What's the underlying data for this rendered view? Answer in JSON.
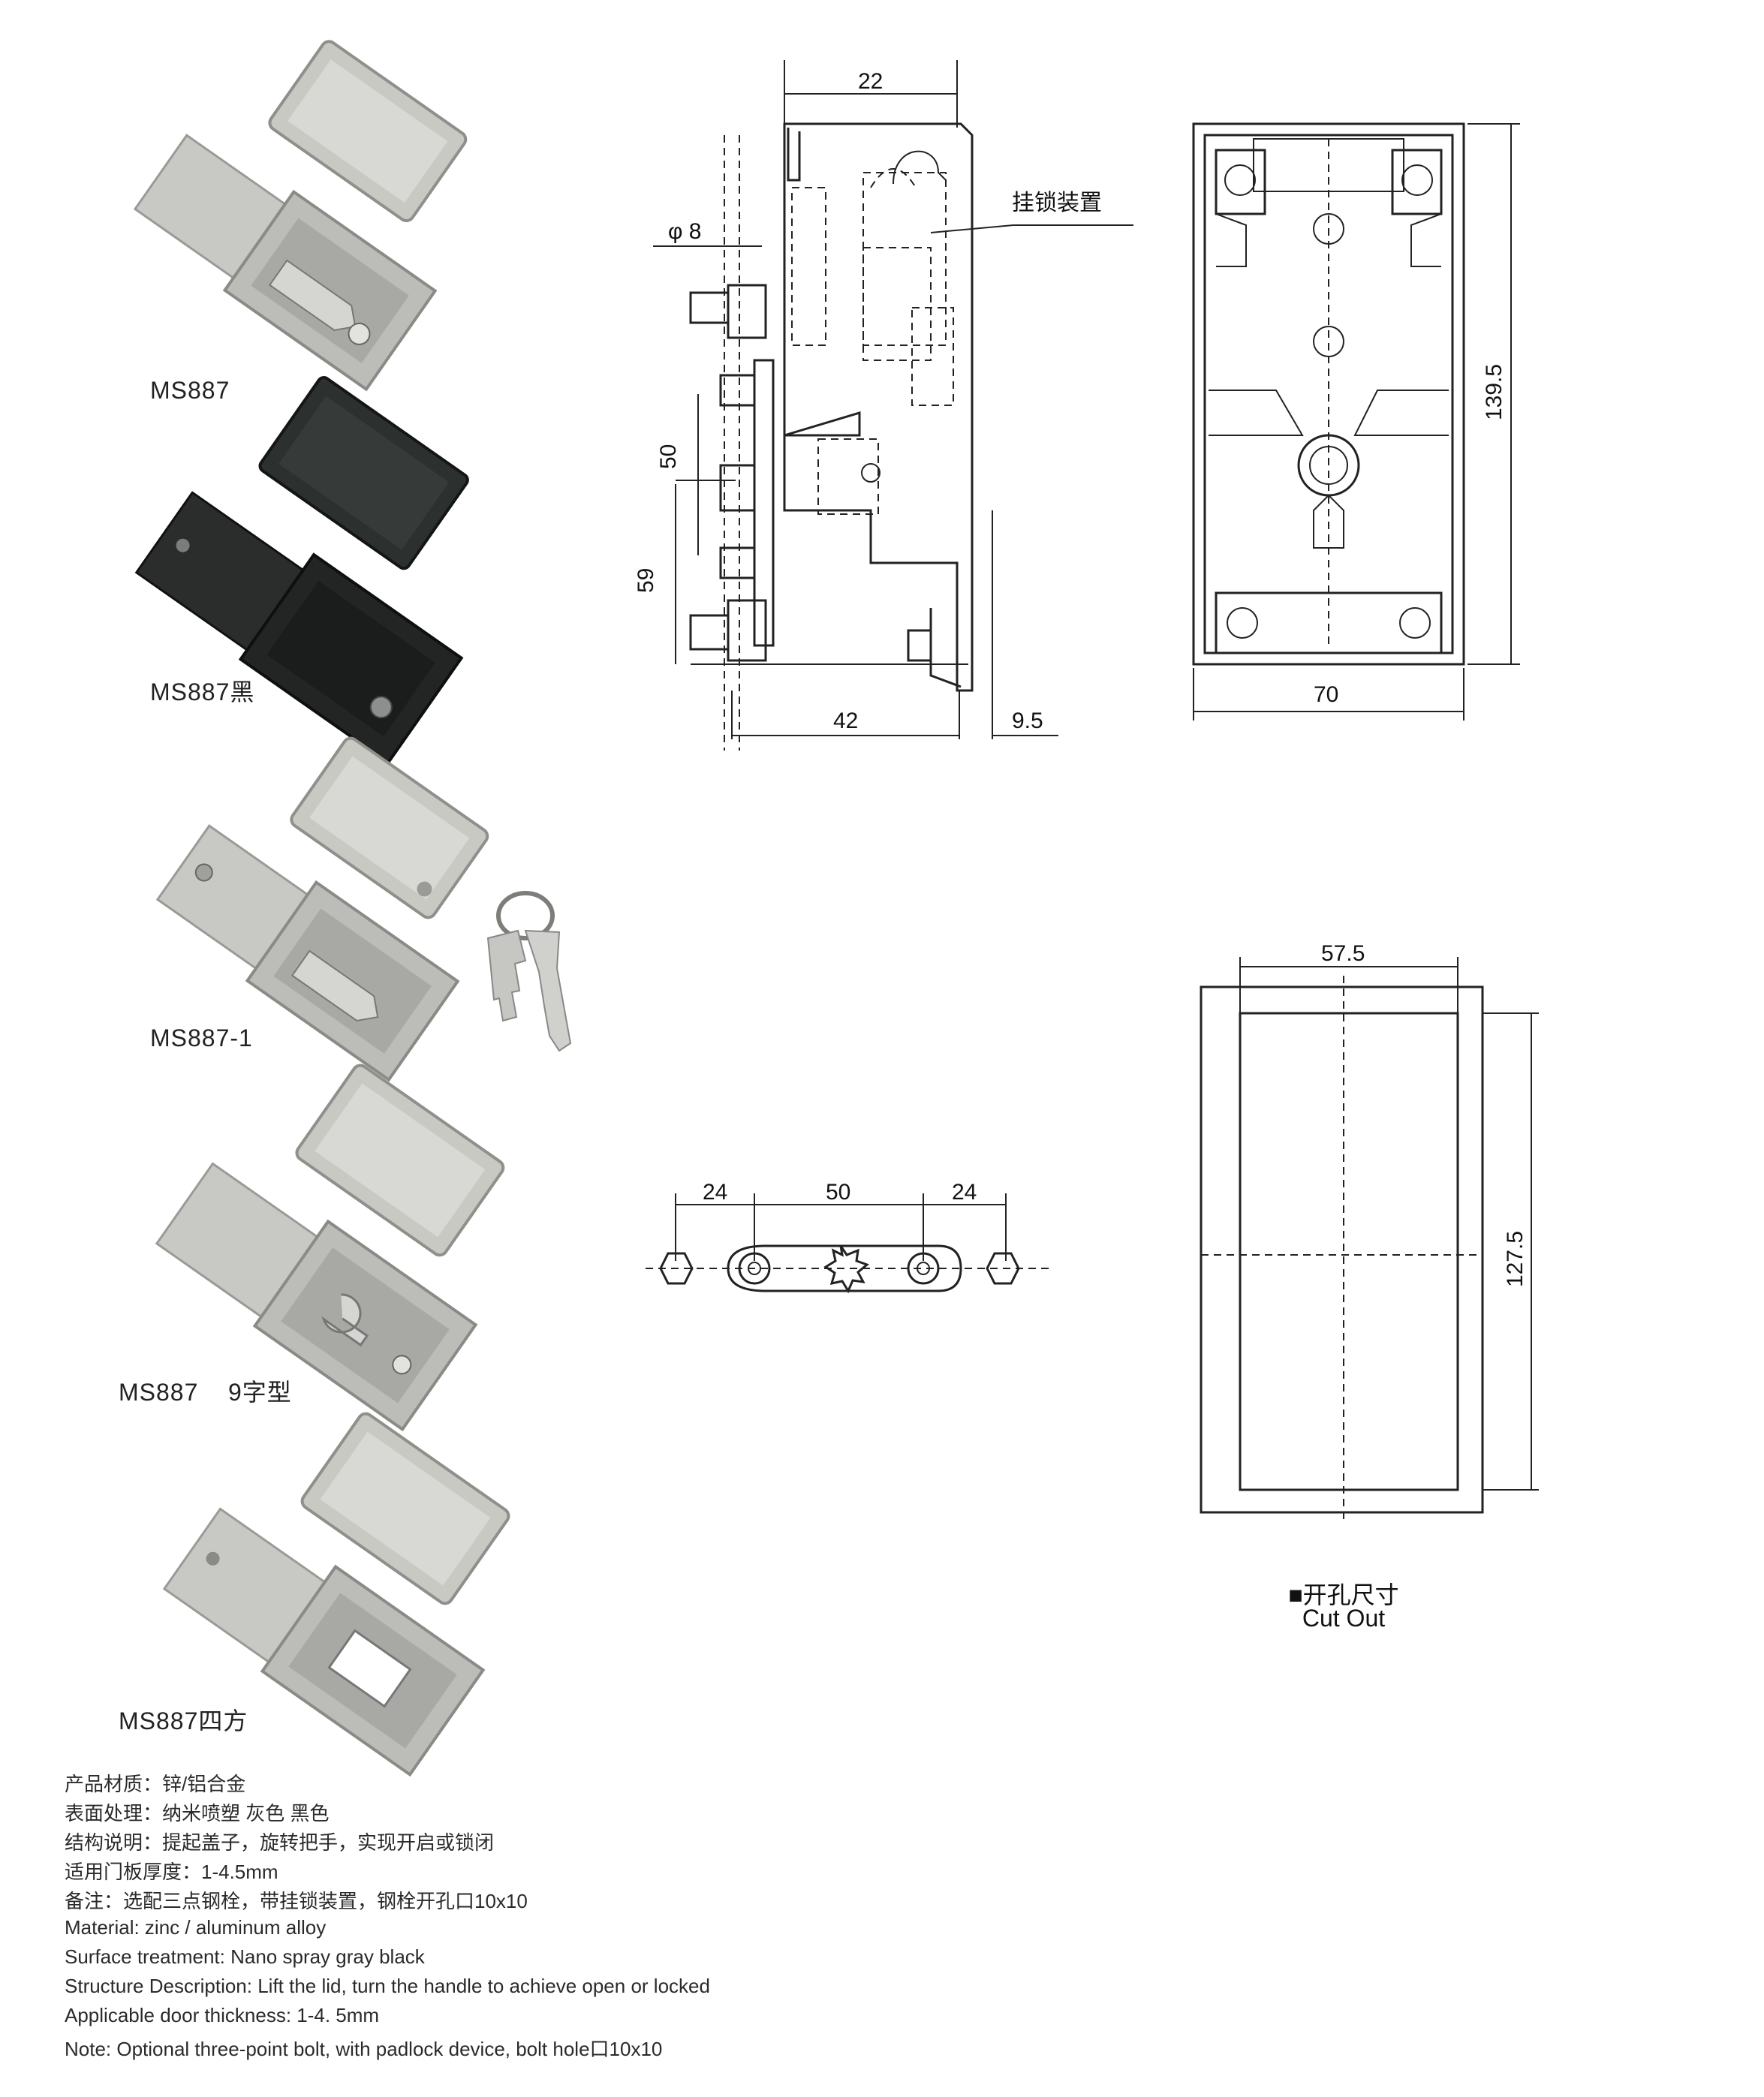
{
  "variants": [
    {
      "label": "MS887",
      "finish": "gray"
    },
    {
      "label": "MS887黑",
      "finish": "black"
    },
    {
      "label": "MS887-1",
      "finish": "gray"
    },
    {
      "label": "MS887    9字型",
      "finish": "gray"
    },
    {
      "label": "MS887四方",
      "finish": "gray"
    }
  ],
  "drawing_side": {
    "dims": [
      "22",
      "φ 8",
      "50",
      "59",
      "42",
      "9.5"
    ],
    "note": "挂锁装置"
  },
  "drawing_front": {
    "dims": [
      "139.5",
      "70"
    ]
  },
  "drawing_bolt": {
    "dims": [
      "24",
      "50",
      "24"
    ]
  },
  "drawing_cutout": {
    "dims": [
      "57.5",
      "127.5"
    ],
    "title_cn": "■开孔尺寸",
    "title_en": "Cut Out"
  },
  "specs": [
    "产品材质：锌/铝合金",
    "表面处理：纳米喷塑 灰色 黑色",
    "结构说明：提起盖子，旋转把手，实现开启或锁闭",
    "适用门板厚度：1-4.5mm",
    "备注：选配三点钢栓，带挂锁装置，钢栓开孔口10x10",
    "Material: zinc / aluminum alloy",
    "Surface treatment: Nano spray gray black",
    "Structure Description: Lift the lid, turn the handle to achieve open or locked",
    "Applicable door thickness: 1-4. 5mm",
    "Note: Optional three-point bolt, with padlock device, bolt hole口10x10"
  ],
  "colors": {
    "gray_body": "#c9c9c4",
    "gray_dark": "#9a9a96",
    "black_body": "#2a2d2c",
    "line": "#222222"
  }
}
